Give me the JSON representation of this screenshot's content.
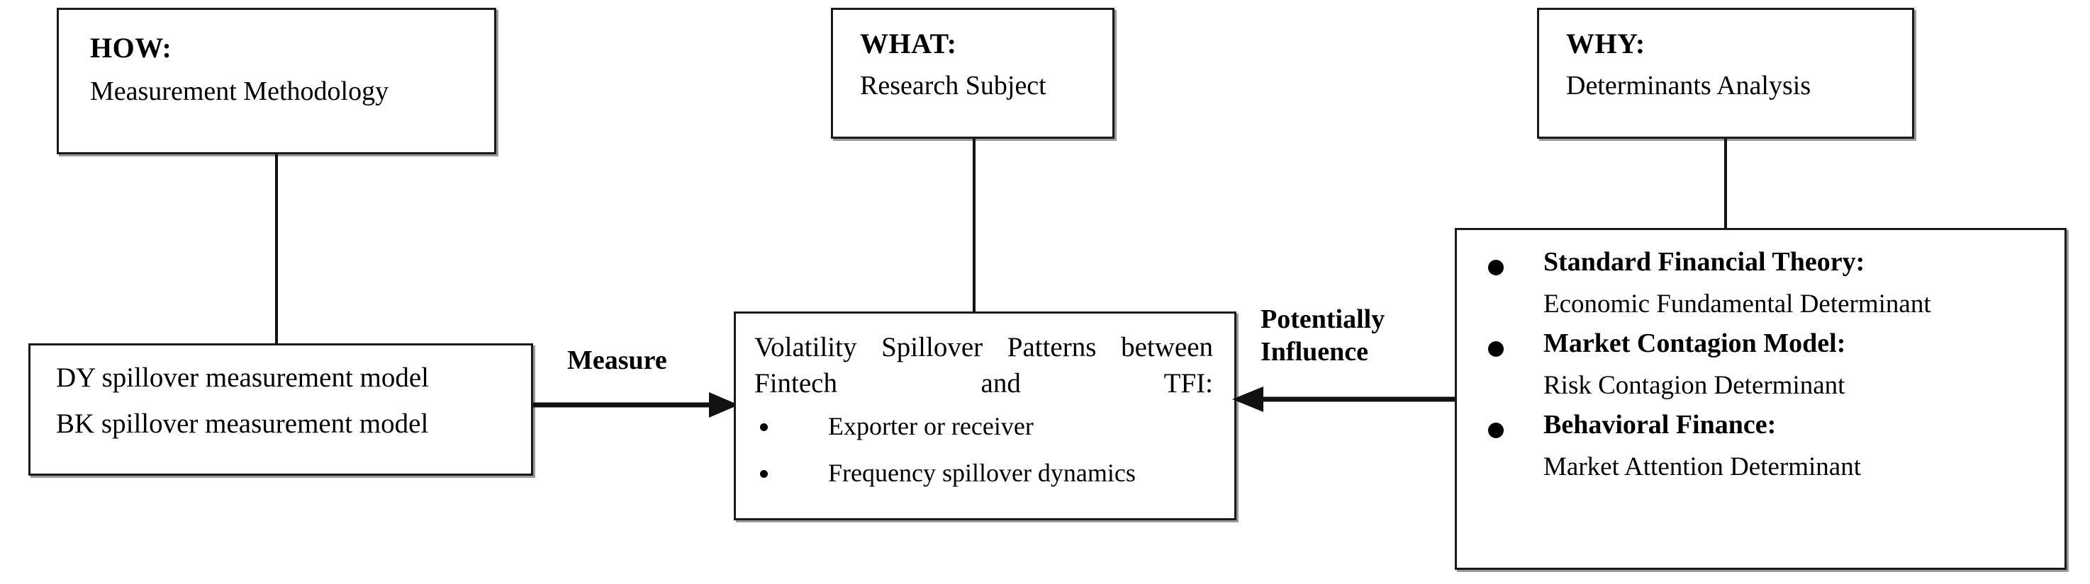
{
  "header_boxes": [
    {
      "title": "HOW:",
      "subtitle": "Measurement Methodology"
    },
    {
      "title": "WHAT:",
      "subtitle": "Research Subject"
    },
    {
      "title": "WHY:",
      "subtitle": "Determinants Analysis"
    }
  ],
  "models_box": {
    "lines": [
      "DY spillover measurement model",
      "BK spillover measurement model"
    ]
  },
  "subject_box": {
    "heading": "Volatility Spillover Patterns between Fintech and TFI:",
    "bullets": [
      "Exporter or receiver",
      "Frequency spillover dynamics"
    ]
  },
  "determinants_box": {
    "groups": [
      {
        "title": "Standard Financial Theory:",
        "subtitle": "Economic Fundamental Determinant"
      },
      {
        "title": "Market Contagion Model:",
        "subtitle": "Risk Contagion Determinant"
      },
      {
        "title": "Behavioral Finance:",
        "subtitle": "Market Attention Determinant"
      }
    ]
  },
  "arrows": {
    "measure_label": "Measure",
    "influence_label_line1": "Potentially",
    "influence_label_line2": "Influence"
  },
  "colors": {
    "box_border": "#1a1a1a",
    "box_shadow": "#9a9a9a",
    "line": "#111111",
    "text": "#000000",
    "background": "#ffffff"
  }
}
